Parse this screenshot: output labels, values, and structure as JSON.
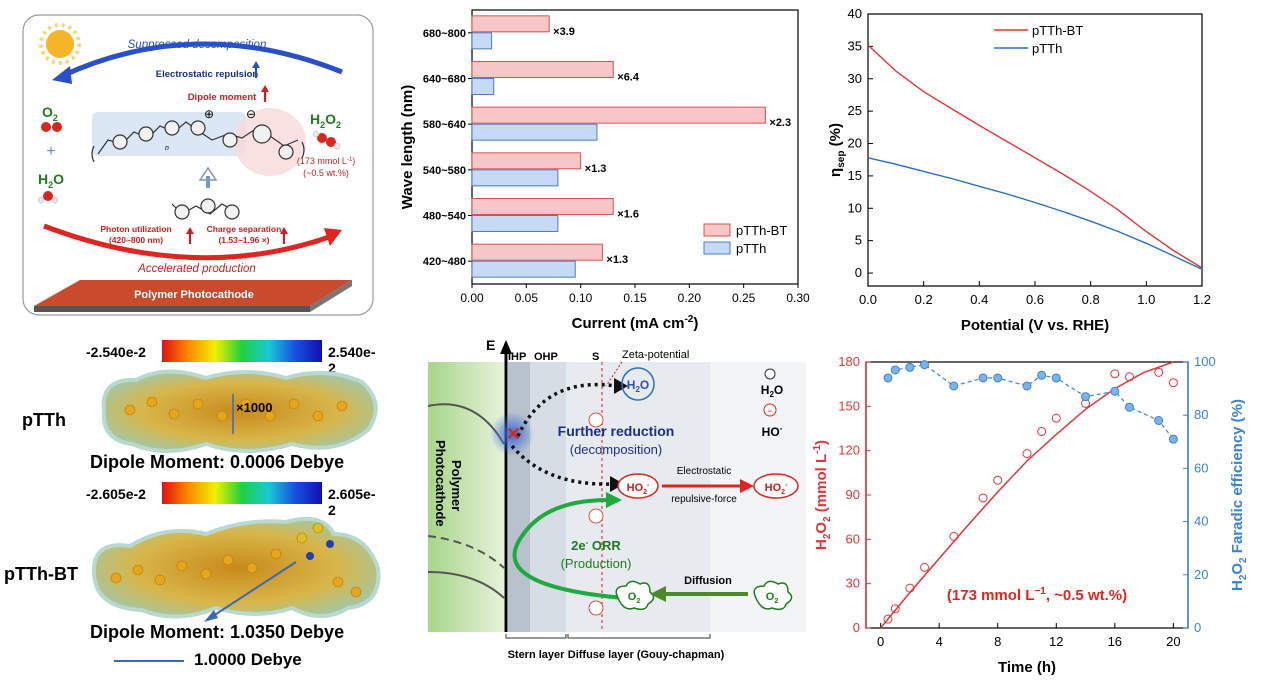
{
  "schematic": {
    "suppressed": "Suppressed decomposition",
    "electrostatic": "Electrostatic repulsion",
    "dipole": "Dipole moment",
    "o2": "O",
    "o2_sub": "2",
    "plus": "+",
    "h2o": "H",
    "h2o_sub": "2",
    "h2o_o": "O",
    "h2o2": "H",
    "h2o2_sub": "2",
    "h2o2_o": "O",
    "h2o2_sub2": "2",
    "conc1": "(173 mmol L",
    "conc1_sup": "-1",
    "conc1_end": ")",
    "conc2": "(~0.5 wt.%)",
    "photon": "Photon utilization",
    "photon_range": "(420~800 nm)",
    "charge": "Charge  separation",
    "charge_range": "(1.53~1.96 ×)",
    "accelerated": "Accelerated production",
    "photocathode": "Polymer  Photocathode",
    "plus_sign": "⊕",
    "minus_sign": "⊖",
    "n": "n"
  },
  "chart_bar": {
    "chart_data": {
      "type": "bar",
      "orientation": "horizontal",
      "categories": [
        "680~800",
        "640~680",
        "580~640",
        "540~580",
        "480~540",
        "420~480"
      ],
      "series": [
        {
          "name": "pTTh-BT",
          "values": [
            0.071,
            0.13,
            0.27,
            0.1,
            0.13,
            0.12
          ],
          "color": "#f7c6c6",
          "stroke": "#d9534f"
        },
        {
          "name": "pTTh",
          "values": [
            0.018,
            0.02,
            0.115,
            0.079,
            0.079,
            0.095
          ],
          "color": "#c6d9f5",
          "stroke": "#4a7cc9"
        }
      ],
      "ratios": [
        "×3.9",
        "×6.4",
        "×2.3",
        "×1.3",
        "×1.6",
        "×1.3"
      ],
      "xlabel": "Current (mA cm",
      "xlabel_sup": "-2",
      "xlabel_end": ")",
      "ylabel": "Wave length (nm)",
      "xlim": [
        0.0,
        0.3
      ],
      "xticks": [
        "0.00",
        "0.05",
        "0.10",
        "0.15",
        "0.20",
        "0.25",
        "0.30"
      ]
    }
  },
  "chart_line": {
    "chart_data": {
      "type": "line",
      "series": [
        {
          "name": "pTTh-BT",
          "color": "#e0363a",
          "x": [
            0.0,
            0.1,
            0.2,
            0.3,
            0.4,
            0.5,
            0.6,
            0.7,
            0.8,
            0.9,
            1.0,
            1.1,
            1.2
          ],
          "y": [
            35.2,
            31.2,
            28.0,
            25.4,
            22.8,
            20.3,
            17.8,
            15.3,
            12.6,
            9.7,
            6.4,
            3.4,
            0.8
          ]
        },
        {
          "name": "pTTh",
          "color": "#2a6ec7",
          "x": [
            0.0,
            0.1,
            0.2,
            0.3,
            0.4,
            0.5,
            0.6,
            0.7,
            0.8,
            0.9,
            1.0,
            1.1,
            1.2
          ],
          "y": [
            17.8,
            16.8,
            15.7,
            14.6,
            13.4,
            12.2,
            10.9,
            9.5,
            8.0,
            6.4,
            4.6,
            2.6,
            0.6
          ]
        }
      ],
      "xlabel": "Potential (V vs. RHE)",
      "ylabel": "η",
      "ylabel_sub": "sep",
      "ylabel_end": " (%)",
      "xlim": [
        0.0,
        1.2
      ],
      "ylim": [
        -2,
        40
      ],
      "xticks": [
        "0.0",
        "0.2",
        "0.4",
        "0.6",
        "0.8",
        "1.0",
        "1.2"
      ],
      "yticks": [
        "0",
        "5",
        "10",
        "15",
        "20",
        "25",
        "30",
        "35",
        "40"
      ]
    }
  },
  "esp": {
    "ptth_label": "pTTh",
    "ptthbt_label": "pTTh-BT",
    "scale1_min": "-2.540e-2",
    "scale1_max": "2.540e-2",
    "scale2_min": "-2.605e-2",
    "scale2_max": "2.605e-2",
    "mult": "×1000",
    "dipole1": "Dipole Moment: 0.0006 Debye",
    "dipole2": "Dipole Moment: 1.0350 Debye",
    "legend": "1.0000 Debye"
  },
  "edl": {
    "e_label": "E",
    "ihp": "IHP",
    "ohp": "OHP",
    "s": "S",
    "zeta": "Zeta-potential",
    "polymer": "Polymer",
    "photocathode": "Photocathode",
    "h2o": "H",
    "h2o_sub": "2",
    "h2o_o": "O",
    "further": "Further reduction",
    "decomp": "(decomposition)",
    "ho2": "HO",
    "ho2_sub": "2",
    "ho2_sup": "-",
    "electro1": "Electrostatic",
    "electro2": "repulsive-force",
    "orr1": "2e",
    "orr1_sup": "-",
    "orr1_end": " ORR",
    "orr2": "(Production)",
    "diffusion": "Diffusion",
    "o2": "O",
    "o2_sub": "2",
    "legend_h2o": "H",
    "legend_h2o_sub": "2",
    "legend_h2o_o": "O",
    "legend_ho": "HO",
    "legend_ho_sup": "-",
    "minus": "−",
    "stern": "Stern layer",
    "diffuse": "Diffuse layer (Gouy-chapman)"
  },
  "chart_time": {
    "chart_data": {
      "type": "scatter",
      "series": [
        {
          "name": "H2O2 concentration",
          "color": "#e0363a",
          "axis": "left",
          "x": [
            0.5,
            1,
            2,
            3,
            5,
            7,
            8,
            10,
            11,
            12,
            14,
            16,
            17,
            19,
            20
          ],
          "y": [
            6,
            13,
            27,
            41,
            62,
            88,
            100,
            118,
            133,
            142,
            152,
            172,
            170,
            173,
            166
          ]
        },
        {
          "name": "Faradic efficiency",
          "color": "#3a84d6",
          "axis": "right",
          "x": [
            0.5,
            1,
            2,
            3,
            5,
            7,
            8,
            10,
            11,
            12,
            14,
            16,
            17,
            19,
            20
          ],
          "y": [
            94,
            97,
            98,
            99,
            91,
            94,
            94,
            91,
            95,
            94,
            87,
            89,
            83,
            78,
            71
          ]
        }
      ],
      "fit_x": [
        0,
        2,
        4,
        6,
        8,
        10,
        12,
        14,
        16,
        18,
        20
      ],
      "fit_y": [
        0,
        24,
        47,
        70,
        92,
        113,
        131,
        148,
        162,
        173,
        180
      ],
      "xlabel": "Time (h)",
      "ylabel_left": "H",
      "ylabel_left_sub": "2",
      "ylabel_left_o": "O",
      "ylabel_left_sub2": "2",
      "ylabel_left_end": " (mmol L",
      "ylabel_left_sup": "-1",
      "ylabel_left_close": ")",
      "ylabel_right": "H",
      "ylabel_right_sub": "2",
      "ylabel_right_o": "O",
      "ylabel_right_sub2": "2",
      "ylabel_right_end": " Faradic efficiency (%)",
      "annotation": "(173 mmol L",
      "annotation_sup": "−1",
      "annotation_end": ", ~0.5 wt.%)",
      "xlim": [
        -1,
        21
      ],
      "ylim_left": [
        0,
        180
      ],
      "ylim_right": [
        0,
        100
      ],
      "xticks": [
        "0",
        "4",
        "8",
        "12",
        "16",
        "20"
      ],
      "yticks_left": [
        "0",
        "30",
        "60",
        "90",
        "120",
        "150",
        "180"
      ],
      "yticks_right": [
        "0",
        "20",
        "40",
        "60",
        "80",
        "100"
      ]
    }
  }
}
